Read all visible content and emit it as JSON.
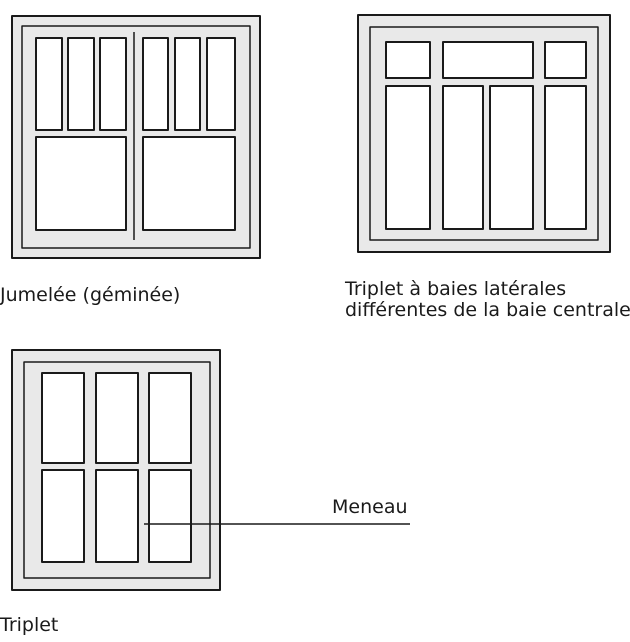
{
  "captions": {
    "jumelee": "Jumelée (géminée)",
    "triplet_diff_line1": "Triplet à baies latérales",
    "triplet_diff_line2": "différentes de la baie centrale",
    "triplet": "Triplet"
  },
  "labels": {
    "meneau": "Meneau"
  },
  "colors": {
    "ink": "#1a1a1a",
    "frame_fill": "#e9e9e9",
    "glass": "#ffffff"
  }
}
